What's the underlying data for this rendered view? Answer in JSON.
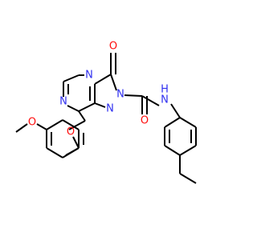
{
  "molecule": {
    "colors": {
      "carbon": "#000000",
      "nitrogen": "#3030f0",
      "oxygen": "#ff0d0d"
    },
    "atom_labels": {
      "n_ring_top": "N",
      "n_ring_left": "N",
      "n_triazole_1": "N",
      "n_triazole_2": "N",
      "o_carbonyl_ring": "O",
      "o_ether": "O",
      "o_methoxy": "O",
      "o_amide": "O",
      "n_amide": "N",
      "h_amide": "H"
    }
  }
}
